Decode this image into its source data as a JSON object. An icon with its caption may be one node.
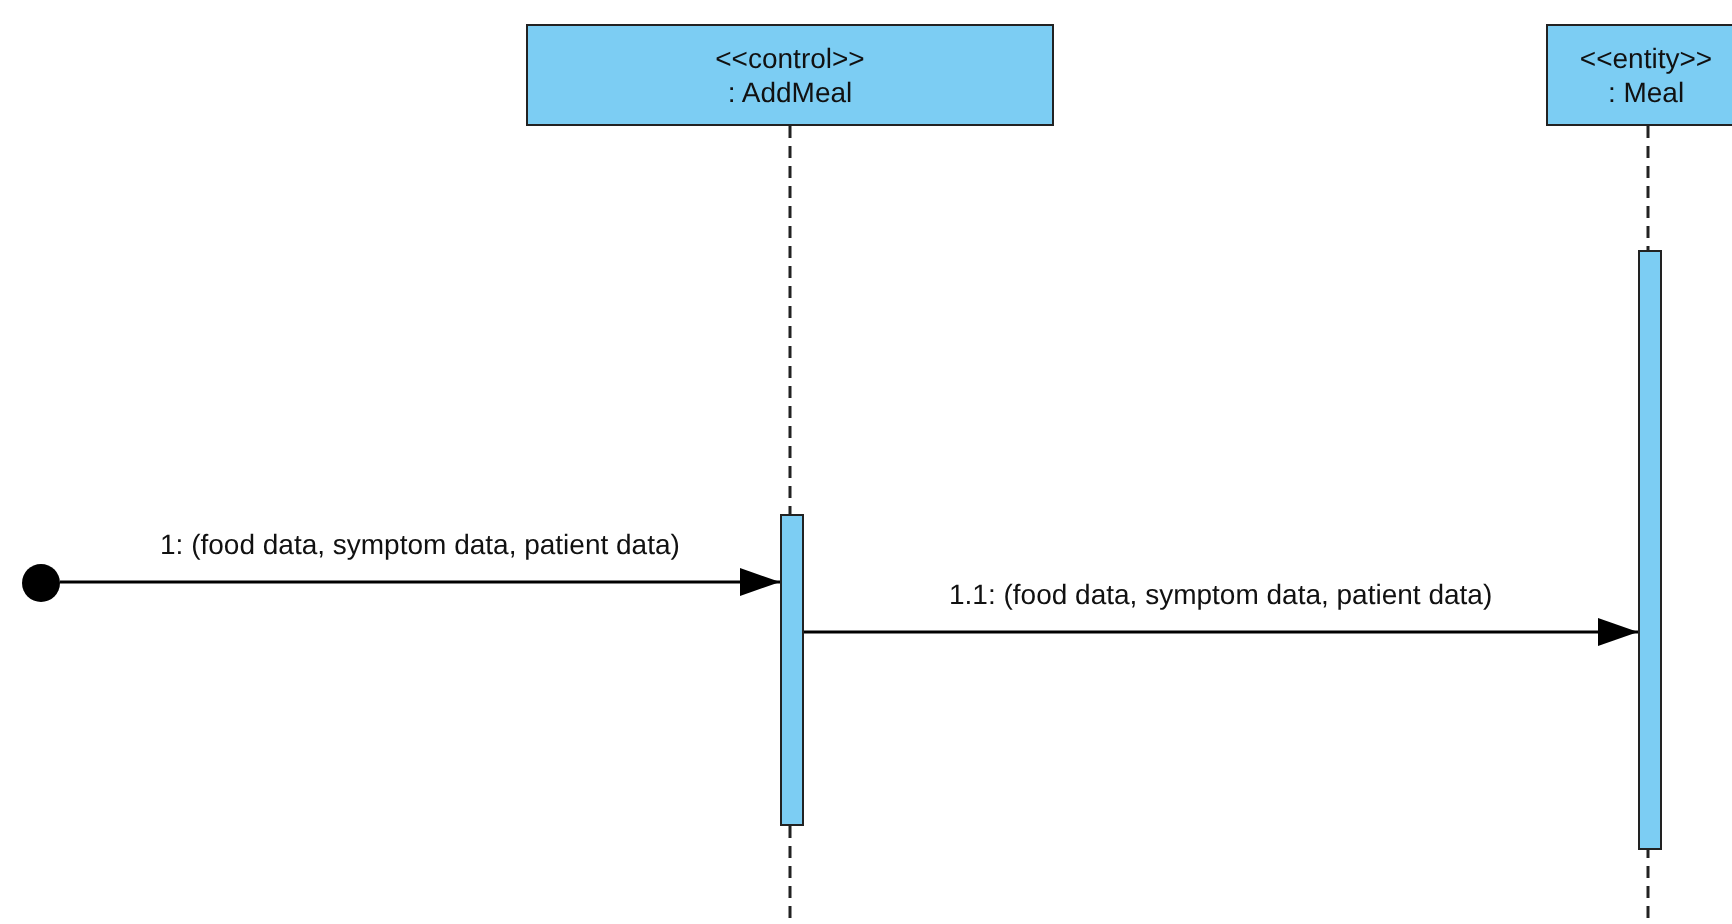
{
  "diagram": {
    "nodes": [
      {
        "text": [
          "<<control>>",
          ": AddMeal"
        ]
      },
      {
        "text": [
          "<<entity>>",
          ": Meal"
        ]
      },
      {
        "text": [],
        "shape": "circle"
      },
      {
        "text": [],
        "shape": "bar"
      },
      {
        "text": [],
        "shape": "bar"
      }
    ],
    "edges": [
      {
        "from": 2,
        "to": 3,
        "arrow": "to",
        "label": "1: (food data, symptom data, patient data)"
      },
      {
        "from": 3,
        "to": 4,
        "arrow": "to",
        "label": "1.1: (food data, symptom data, patient data)"
      }
    ]
  }
}
